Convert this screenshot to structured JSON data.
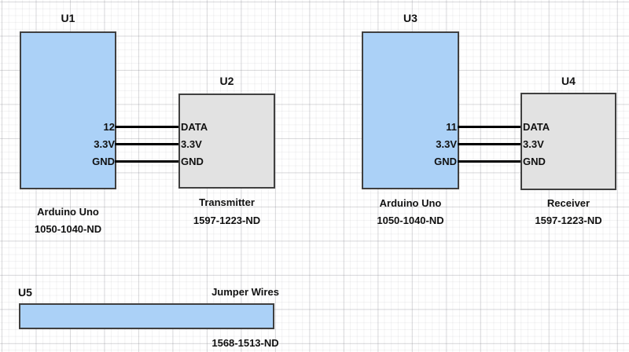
{
  "colors": {
    "arduino_fill": "#abd1f7",
    "module_fill": "#e2e2e2",
    "component_border": "#404040",
    "wire": "#000000",
    "background": "#ffffff"
  },
  "components": {
    "u1": {
      "ref": "U1",
      "name": "Arduino Uno",
      "part": "1050-1040-ND",
      "pins": [
        "12",
        "3.3V",
        "GND"
      ]
    },
    "u2": {
      "ref": "U2",
      "name": "Transmitter",
      "part": "1597-1223-ND",
      "pins": [
        "DATA",
        "3.3V",
        "GND"
      ]
    },
    "u3": {
      "ref": "U3",
      "name": "Arduino Uno",
      "part": "1050-1040-ND",
      "pins": [
        "11",
        "3.3V",
        "GND"
      ]
    },
    "u4": {
      "ref": "U4",
      "name": "Receiver",
      "part": "1597-1223-ND",
      "pins": [
        "DATA",
        "3.3V",
        "GND"
      ]
    },
    "u5": {
      "ref": "U5",
      "name": "Jumper Wires",
      "part": "1568-1513-ND"
    }
  }
}
